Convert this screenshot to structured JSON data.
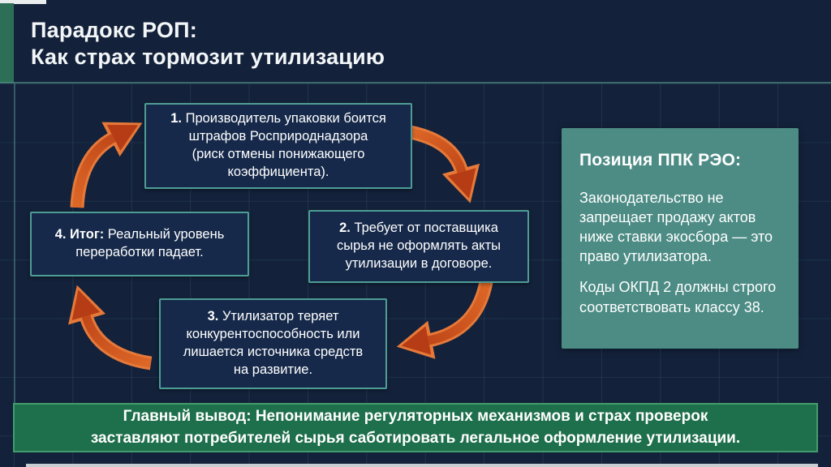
{
  "title": {
    "lines": [
      "Парадокс РОП:",
      "Как страх тормозит утилизацию"
    ]
  },
  "cycle": {
    "steps": [
      {
        "prefix": "1.",
        "lines": [
          "Производитель упаковки боится",
          "штрафов Росприроднадзора",
          "(риск отмены понижающего",
          "коэффициента)."
        ]
      },
      {
        "prefix": "2.",
        "lines": [
          "Требует от поставщика",
          "сырья не оформлять акты",
          "утилизации в договоре."
        ]
      },
      {
        "prefix": "3.",
        "lines": [
          "Утилизатор теряет",
          "конкурентоспособность или",
          "лишается источника средств",
          "на развитие."
        ]
      },
      {
        "prefix": "4. Итог:",
        "lines": [
          "Реальный уровень",
          "переработки падает."
        ]
      }
    ],
    "arrow_names": [
      "arrow-step4-to-step1",
      "arrow-step1-to-step2",
      "arrow-step2-to-step3",
      "arrow-step3-to-step4"
    ]
  },
  "side_panel": {
    "heading": "Позиция ППК РЭО:",
    "paragraphs": [
      [
        "Законодательство не",
        "запрещает продажу актов",
        "ниже ставки экосбора — это",
        "право утилизатора."
      ],
      [
        "Коды ОКПД 2 должны строго",
        "соответствовать классу 38."
      ]
    ]
  },
  "footer": {
    "prefix": "Главный вывод:",
    "lines": [
      "Непонимание регуляторных механизмов и страх проверок",
      "заставляют потребителей сырья саботировать легальное оформление утилизации."
    ]
  },
  "colors": {
    "background": "#13213A",
    "box_fill": "#16294A",
    "box_border": "#4E9D95",
    "arrow_body": "#C8481C",
    "arrow_outline": "#E5793A",
    "panel_fill": "#4D8C85",
    "banner_fill": "#1E6F4B",
    "accent_strip": "#2C6F56",
    "text": "#FFFFFF"
  }
}
